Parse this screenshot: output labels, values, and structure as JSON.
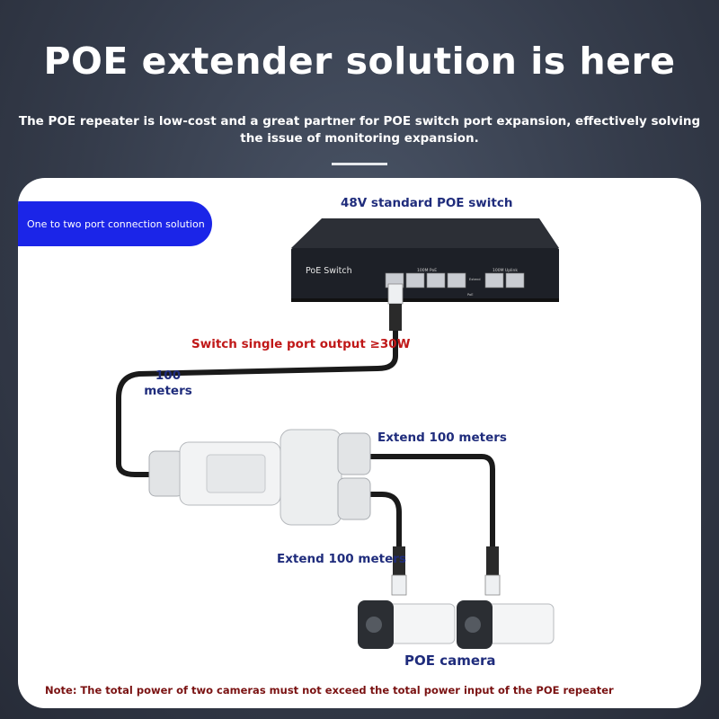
{
  "header": {
    "title": "POE extender solution is here",
    "subtitle": "The POE repeater is low-cost and a great partner for POE switch port expansion, effectively solving the issue of monitoring expansion."
  },
  "diagram": {
    "badge": "One to two port connection solution",
    "switch_label": "48V standard POE switch",
    "switch_text": "PoE Switch",
    "switch_port_group_a": "100M PoE",
    "switch_port_group_b": "100M Uplink",
    "switch_port_extend": "Extend",
    "switch_port_poe": "PoE",
    "switch_output": "Switch single port output ≥30W",
    "distance_main_line1": "100",
    "distance_main_line2": "meters",
    "extend_top": "Extend 100 meters",
    "extend_bottom": "Extend 100 meters",
    "camera_label": "POE camera",
    "note": "Note: The total power of two cameras must not exceed the total power input of the POE repeater"
  },
  "colors": {
    "badge": "#1b25e8",
    "label": "#1f2c7c",
    "warning": "#c01818",
    "note": "#7a1212"
  }
}
